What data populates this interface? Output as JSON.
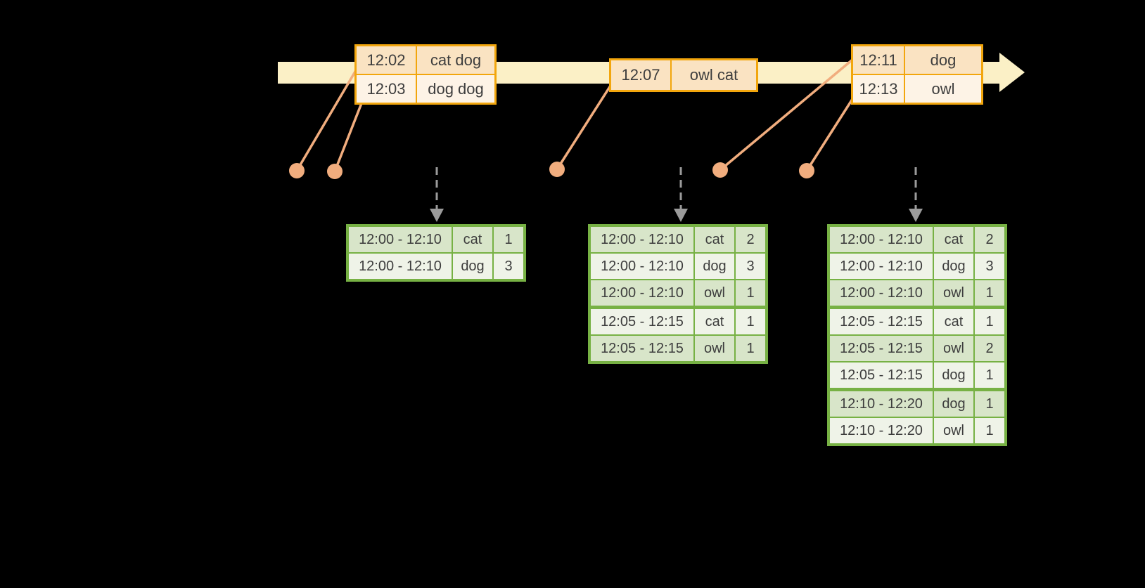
{
  "colors": {
    "background": "#000000",
    "timeline_band": "#fbf0c6",
    "event_table_border": "#f2a60d",
    "event_cell_dark": "#fae3c2",
    "event_cell_light": "#fdf3e6",
    "connector_and_dots": "#f1ad7e",
    "trigger_arrow_gray": "#9b9b9b",
    "result_table_border": "#77b144",
    "result_cell_dark": "#d8e5c9",
    "result_cell_light": "#eff3e8",
    "text": "#3d3d3d"
  },
  "event_tables": [
    {
      "rows": [
        {
          "time": "12:02",
          "words": "cat dog"
        },
        {
          "time": "12:03",
          "words": "dog dog"
        }
      ]
    },
    {
      "rows": [
        {
          "time": "12:07",
          "words": "owl cat"
        }
      ]
    },
    {
      "rows": [
        {
          "time": "12:11",
          "words": "dog"
        },
        {
          "time": "12:13",
          "words": "owl"
        }
      ]
    }
  ],
  "result_tables": [
    {
      "rows": [
        {
          "window": "12:00 - 12:10",
          "word": "cat",
          "count": "1"
        },
        {
          "window": "12:00 - 12:10",
          "word": "dog",
          "count": "3"
        }
      ]
    },
    {
      "rows": [
        {
          "window": "12:00 - 12:10",
          "word": "cat",
          "count": "2"
        },
        {
          "window": "12:00 - 12:10",
          "word": "dog",
          "count": "3"
        },
        {
          "window": "12:00 - 12:10",
          "word": "owl",
          "count": "1"
        },
        {
          "window": "12:05 - 12:15",
          "word": "cat",
          "count": "1"
        },
        {
          "window": "12:05 - 12:15",
          "word": "owl",
          "count": "1"
        }
      ]
    },
    {
      "rows": [
        {
          "window": "12:00 - 12:10",
          "word": "cat",
          "count": "2"
        },
        {
          "window": "12:00 - 12:10",
          "word": "dog",
          "count": "3"
        },
        {
          "window": "12:00 - 12:10",
          "word": "owl",
          "count": "1"
        },
        {
          "window": "12:05 - 12:15",
          "word": "cat",
          "count": "1"
        },
        {
          "window": "12:05 - 12:15",
          "word": "owl",
          "count": "2"
        },
        {
          "window": "12:05 - 12:15",
          "word": "dog",
          "count": "1"
        },
        {
          "window": "12:10 - 12:20",
          "word": "dog",
          "count": "1"
        },
        {
          "window": "12:10 - 12:20",
          "word": "owl",
          "count": "1"
        }
      ]
    }
  ]
}
